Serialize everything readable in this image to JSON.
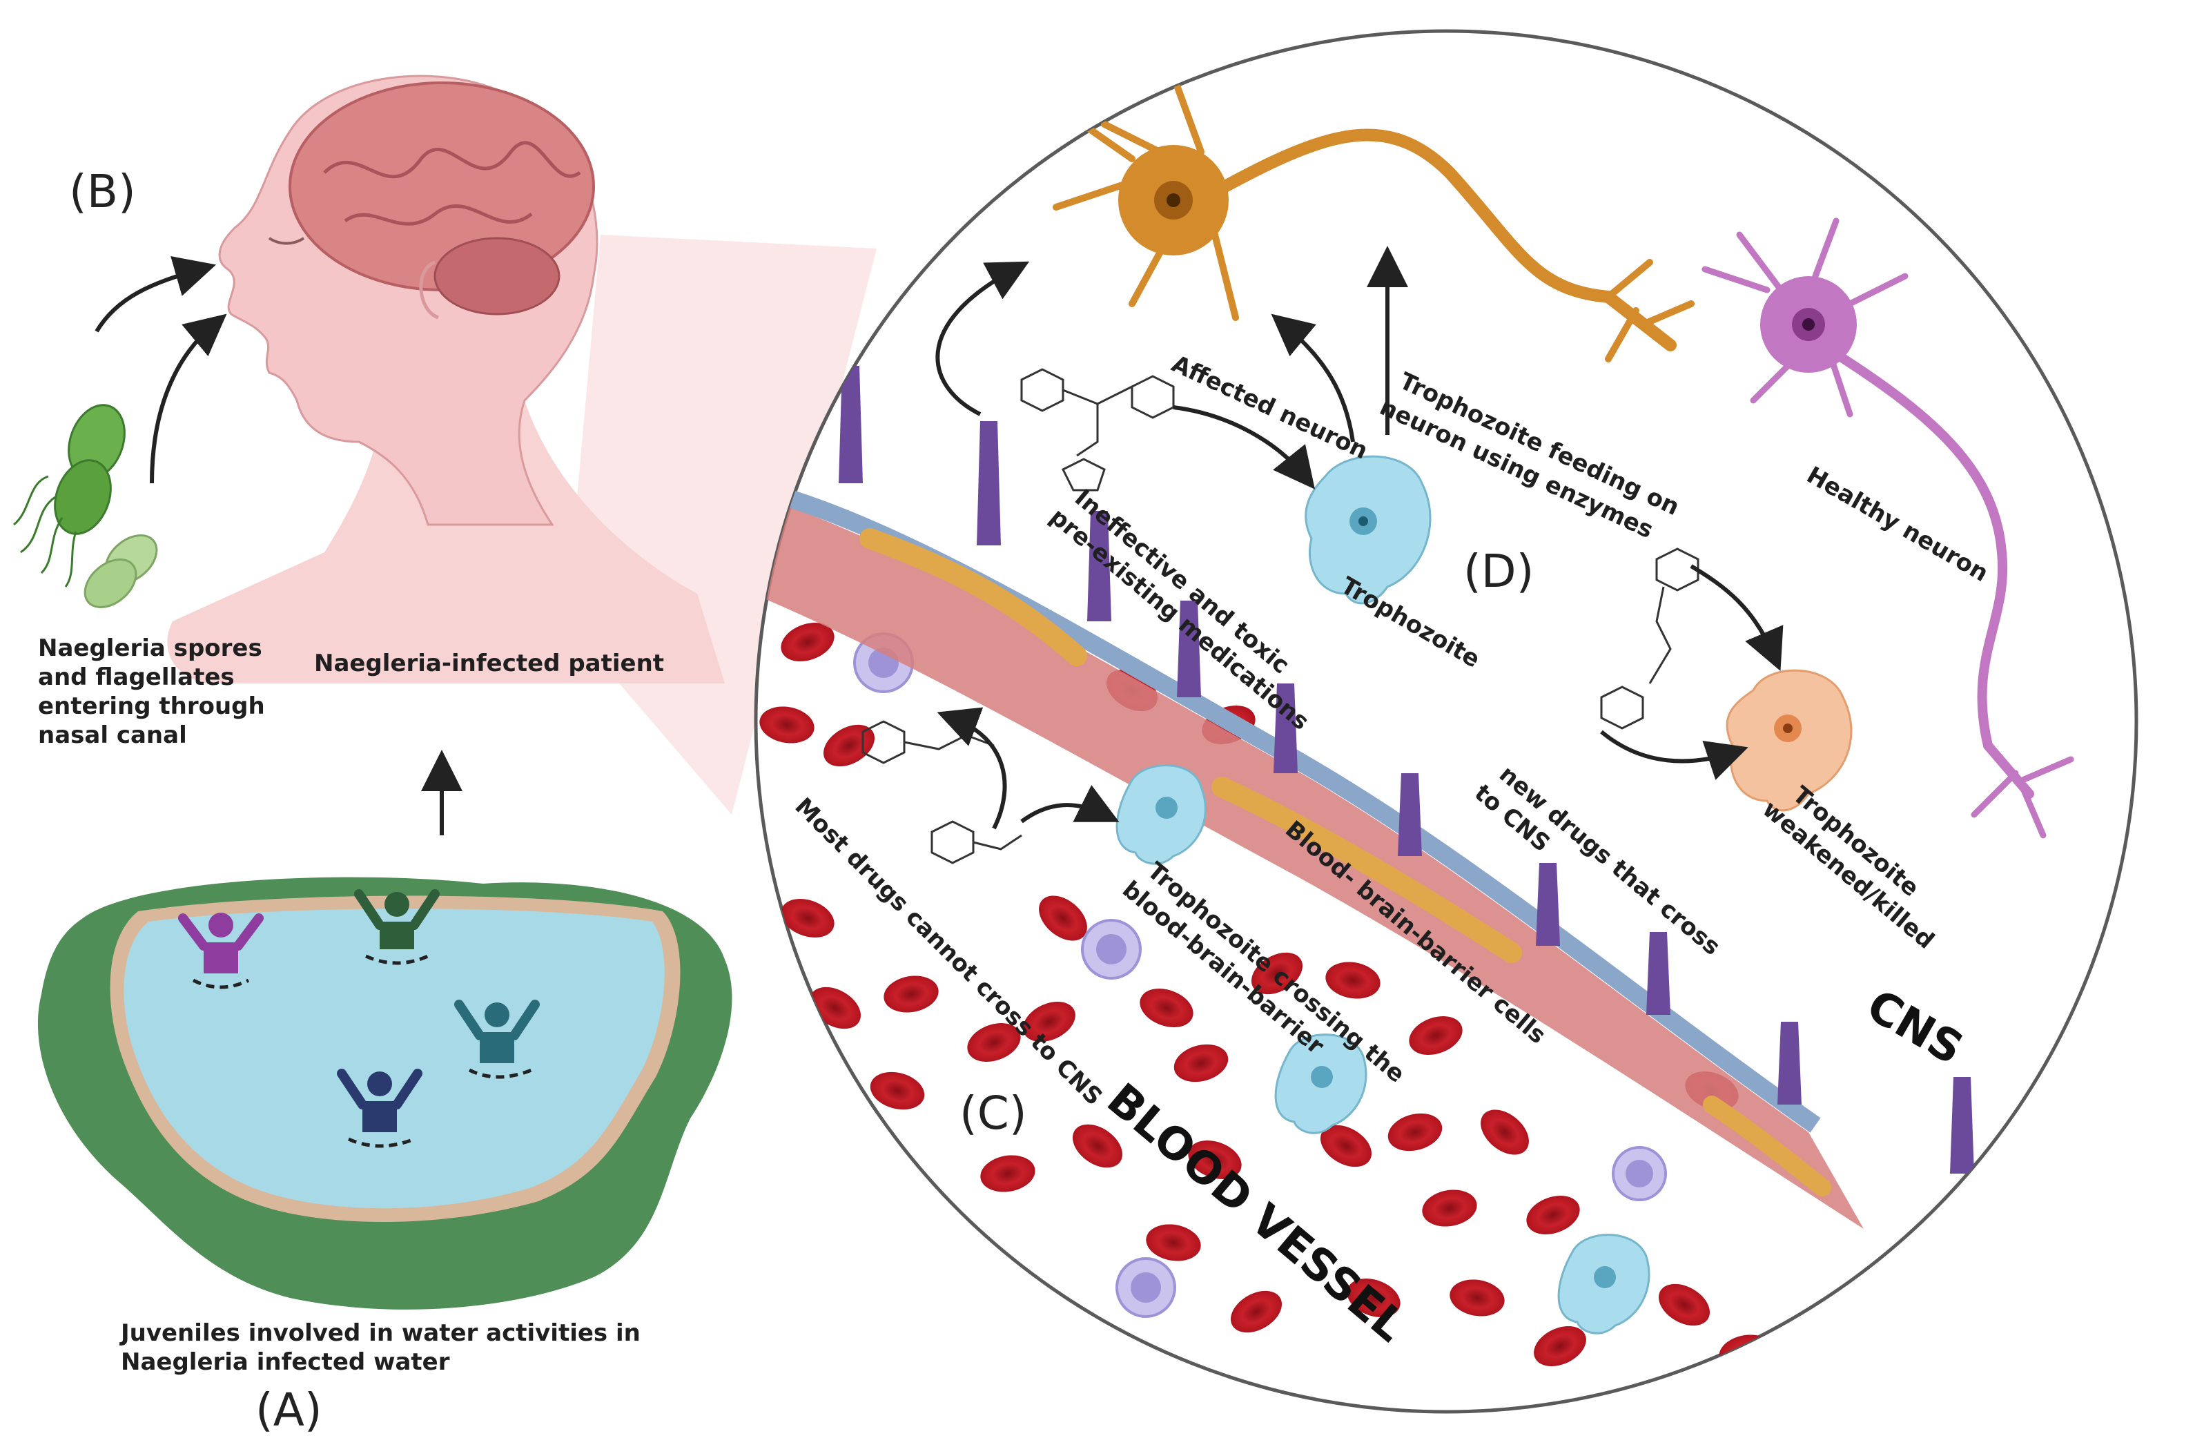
{
  "panels": {
    "a": "(A)",
    "b": "(B)",
    "c": "(C)",
    "d": "(D)"
  },
  "labels": {
    "spores": [
      "Naegleria spores",
      "and flagellates",
      "entering through",
      "nasal canal"
    ],
    "patient": "Naegleria-infected patient",
    "juveniles": [
      "Juveniles involved in water activities in",
      "Naegleria infected water"
    ],
    "affected_neuron": "Affected neuron",
    "trophozoite_feeding": [
      "Trophozoite  feeding on",
      "neuron using enzymes"
    ],
    "healthy_neuron": "Healthy neuron",
    "ineffective": [
      "Ineffective and toxic",
      "pre-existing medications"
    ],
    "trophozoite": "Trophozoite",
    "new_drugs": [
      "new drugs that cross",
      "to CNS"
    ],
    "weakened": [
      "Trophozoite",
      "weakened/killed"
    ],
    "bbb_cells": "Blood- brain-barrier cells",
    "crossing": [
      "Trophozoite crossing the",
      "blood-brain-barrier"
    ],
    "most_drugs": "Most drugs cannot cross to CNS",
    "cns": "CNS",
    "blood_vessel": "BLOOD VESSEL"
  },
  "colors": {
    "pond_outer": "#4f8f57",
    "pond_inner": "#a8d9e6",
    "skin": "#f7d3d4",
    "brain": "#d98585",
    "affected_neuron": "#d38b2c",
    "healthy_neuron": "#c277c2",
    "trophozoite": "#a9dcec",
    "weakened_trophozoite": "#f5c2a0",
    "rbc": "#c8202a",
    "barrier": "#6b4a9c"
  }
}
